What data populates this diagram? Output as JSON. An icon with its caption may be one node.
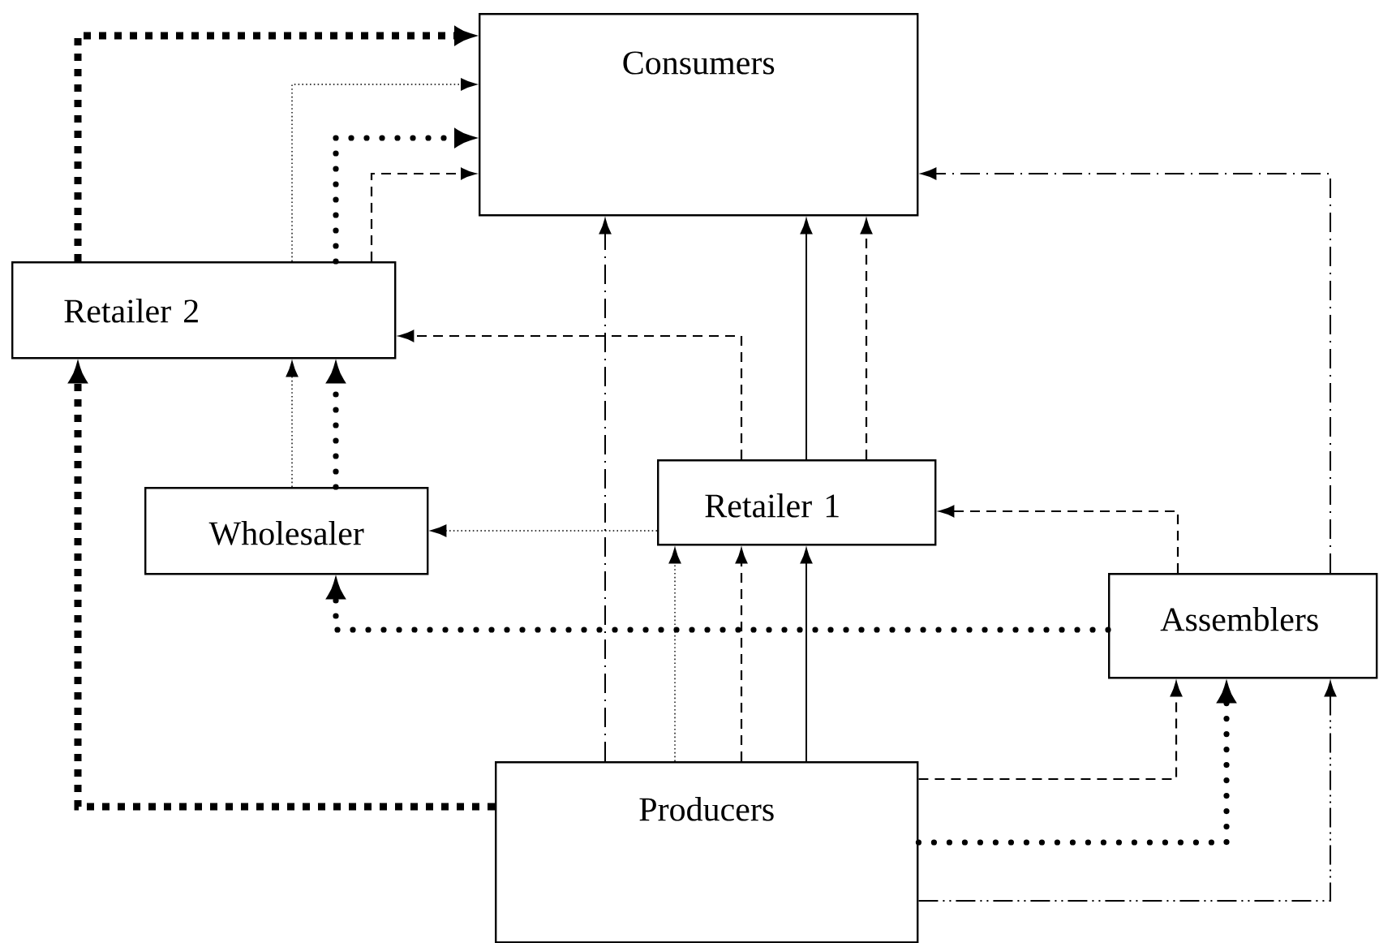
{
  "diagram": {
    "nodes": [
      {
        "text": [
          "Consumers"
        ]
      },
      {
        "text": [
          "Retailer 2"
        ]
      },
      {
        "text": [
          "Wholesaler"
        ]
      },
      {
        "text": [
          "Retailer 1"
        ]
      },
      {
        "text": [
          "Assemblers"
        ]
      },
      {
        "text": [
          "Producers"
        ]
      }
    ],
    "edges": [
      {
        "from": 5,
        "to": 1,
        "arrow": "to",
        "style": "dashed"
      },
      {
        "from": 1,
        "to": 0,
        "arrow": "to",
        "style": "dashed"
      },
      {
        "from": 2,
        "to": 1,
        "arrow": "to",
        "style": "dashed"
      },
      {
        "from": 1,
        "to": 0,
        "arrow": "to",
        "style": "dashed"
      },
      {
        "from": 2,
        "to": 1,
        "arrow": "to",
        "style": "dashed"
      },
      {
        "from": 1,
        "to": 0,
        "arrow": "to",
        "style": "dashed"
      },
      {
        "from": 3,
        "to": 1,
        "arrow": "to",
        "style": "dashed"
      },
      {
        "from": 1,
        "to": 0,
        "arrow": "to",
        "style": "dashed"
      },
      {
        "from": 5,
        "to": 0,
        "arrow": "to",
        "style": "dashed"
      },
      {
        "from": 3,
        "to": 0,
        "arrow": "to"
      },
      {
        "from": 3,
        "to": 0,
        "arrow": "to",
        "style": "dashed"
      },
      {
        "from": 4,
        "to": 0,
        "arrow": "to",
        "style": "dashed"
      },
      {
        "from": 3,
        "to": 2,
        "arrow": "to",
        "style": "dashed"
      },
      {
        "from": 4,
        "to": 2,
        "arrow": "to",
        "style": "dashed"
      },
      {
        "from": 4,
        "to": 3,
        "arrow": "to",
        "style": "dashed"
      },
      {
        "from": 5,
        "to": 3,
        "arrow": "to",
        "style": "dashed"
      },
      {
        "from": 5,
        "to": 3,
        "arrow": "to",
        "style": "dashed"
      },
      {
        "from": 5,
        "to": 3,
        "arrow": "to"
      },
      {
        "from": 5,
        "to": 4,
        "arrow": "to",
        "style": "dashed"
      },
      {
        "from": 5,
        "to": 4,
        "arrow": "to",
        "style": "dashed"
      },
      {
        "from": 5,
        "to": 4,
        "arrow": "to",
        "style": "dashed"
      }
    ]
  }
}
